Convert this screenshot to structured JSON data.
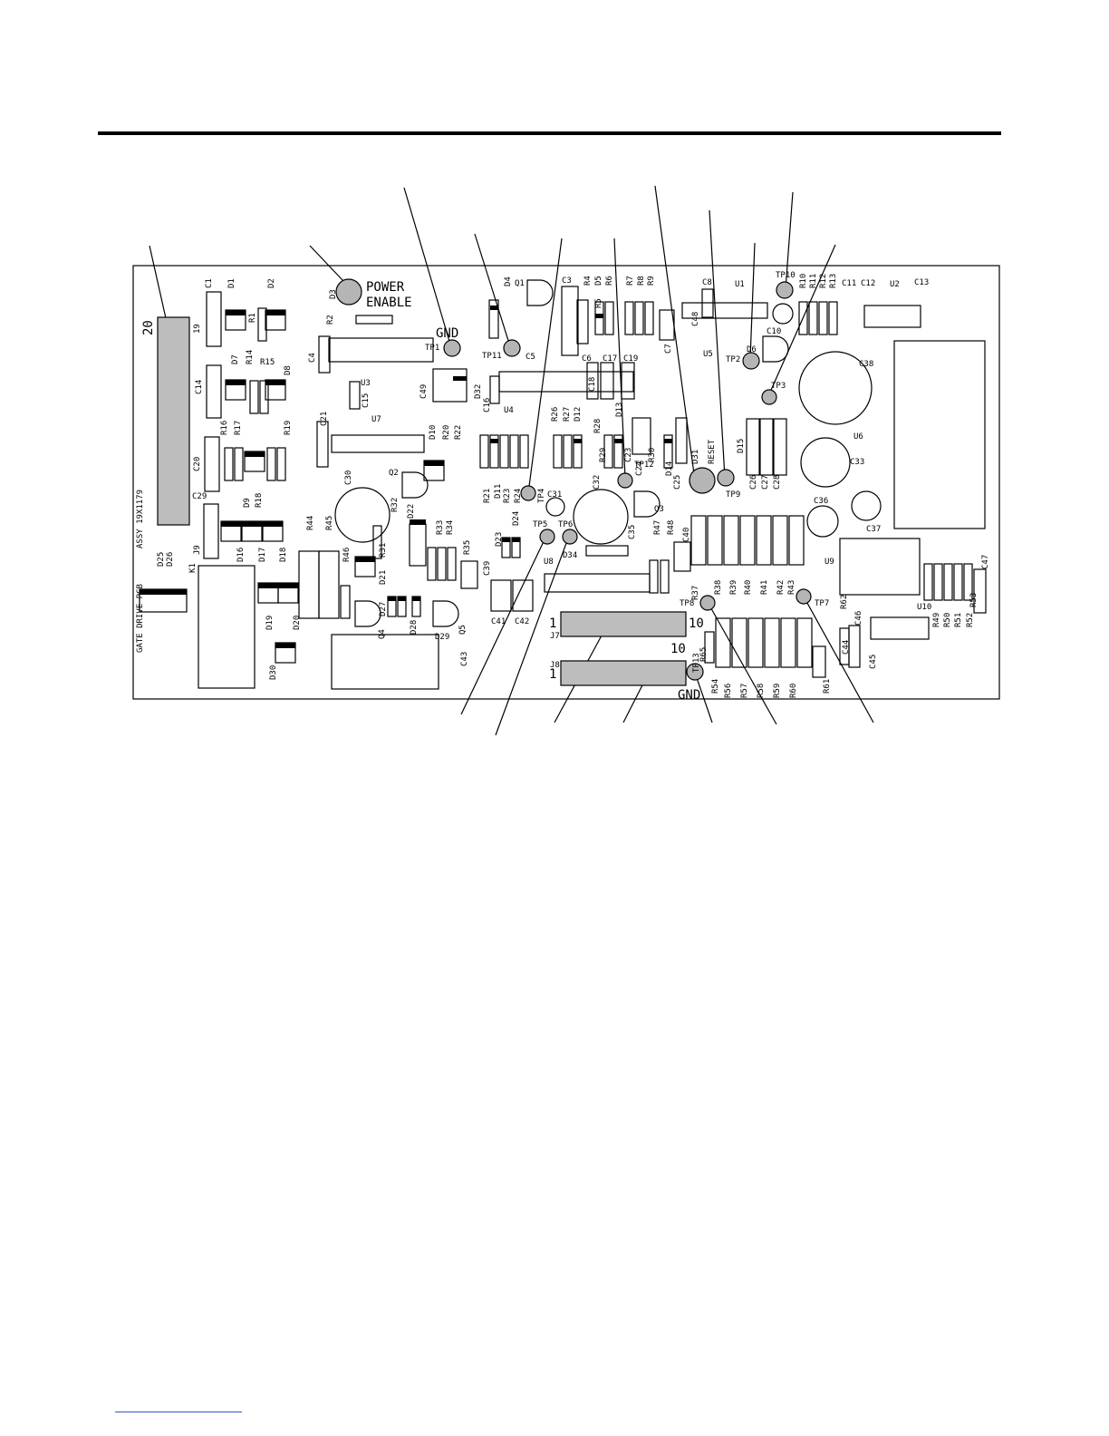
{
  "board": {
    "title": "GATE DRIVE PCB",
    "assy": "ASSY 19X1179",
    "power_enable": [
      "POWER",
      "ENABLE"
    ],
    "gnd_top": "GND",
    "gnd_bottom": "GND",
    "reset": "RESET",
    "connector_j9_pins": [
      "20",
      "19"
    ],
    "connector_j7_pins": [
      "1",
      "10"
    ],
    "connector_j8_pins": [
      "1",
      "10"
    ]
  },
  "test_points": [
    "TP1",
    "TP2",
    "TP3",
    "TP4",
    "TP5",
    "TP6",
    "TP7",
    "TP8",
    "TP9",
    "TP10",
    "TP11",
    "TP12",
    "TP13"
  ],
  "connectors": [
    "J7",
    "J8",
    "J9",
    "K1"
  ],
  "components": [
    "C1",
    "D1",
    "D2",
    "D3",
    "R1",
    "R2",
    "C4",
    "U3",
    "C14",
    "D7",
    "R14",
    "R15",
    "D8",
    "C15",
    "U7",
    "C21",
    "R16",
    "R17",
    "R19",
    "C20",
    "D9",
    "R18",
    "C29",
    "J9",
    "D16",
    "D17",
    "D18",
    "R44",
    "R45",
    "C30",
    "Q2",
    "R32",
    "D22",
    "R33",
    "R34",
    "R35",
    "R46",
    "R31",
    "D21",
    "D27",
    "Q4",
    "D28",
    "D29",
    "Q5",
    "C39",
    "D19",
    "D20",
    "D30",
    "C43",
    "C49",
    "D32",
    "D10",
    "R20",
    "R22",
    "D11",
    "R21",
    "R23",
    "R24",
    "D24",
    "TP4",
    "C31",
    "C32",
    "C35",
    "Q3",
    "R47",
    "R48",
    "C40",
    "C5",
    "D4",
    "Q1",
    "C3",
    "R4",
    "D5",
    "R5",
    "R6",
    "R7",
    "R8",
    "R9",
    "C6",
    "C17",
    "C19",
    "C18",
    "C16",
    "U4",
    "R26",
    "R27",
    "D12",
    "R28",
    "R29",
    "D13",
    "C23",
    "C24",
    "R30",
    "D14",
    "C25",
    "D31",
    "D15",
    "C26",
    "C27",
    "C28",
    "C33",
    "C36",
    "C37",
    "U6",
    "C38",
    "C8",
    "U1",
    "C48",
    "C7",
    "U5",
    "C10",
    "D6",
    "R10",
    "R11",
    "R12",
    "R13",
    "C11",
    "C12",
    "U2",
    "C13",
    "D23",
    "U8",
    "D34",
    "C41",
    "C42",
    "R37",
    "R38",
    "R39",
    "R40",
    "R41",
    "R42",
    "R43",
    "R62",
    "U10",
    "R53",
    "R49",
    "R50",
    "R51",
    "R52",
    "C47",
    "C46",
    "C45",
    "C44",
    "U9",
    "R65",
    "R54",
    "R56",
    "R57",
    "R58",
    "R59",
    "R60",
    "R61",
    "D25",
    "D26"
  ]
}
